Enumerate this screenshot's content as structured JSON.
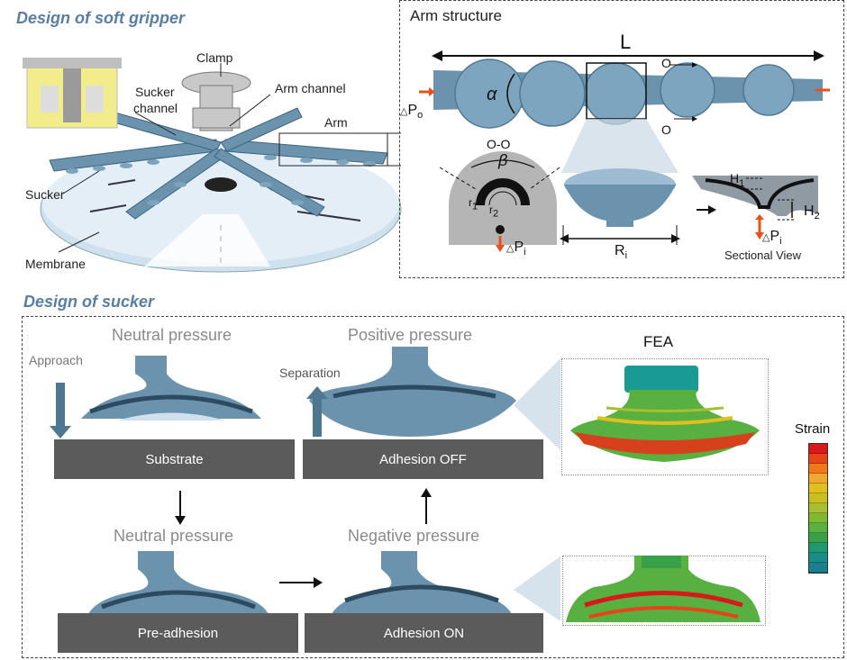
{
  "sections": {
    "gripper_title": "Design of soft gripper",
    "sucker_title": "Design of sucker"
  },
  "gripper_labels": {
    "clamp": "Clamp",
    "arm_channel": "Arm channel",
    "sucker_channel_1": "Sucker",
    "sucker_channel_2": "channel",
    "arm": "Arm",
    "sucker": "Sucker",
    "membrane": "Membrane"
  },
  "arm_panel": {
    "title": "Arm structure",
    "length": "L",
    "alpha": "α",
    "pressure_outer": "P",
    "pressure_outer_sub": "o",
    "delta": "△",
    "section_o_top": "O",
    "section_o_bottom": "O",
    "section_view_title": "O-O",
    "beta": "β",
    "r1": "r",
    "r1_sub": "1",
    "r2": "r",
    "r2_sub": "2",
    "pressure_inner": "P",
    "pressure_inner_sub": "i",
    "radius": "R",
    "radius_sub": "i",
    "h1": "H",
    "h1_sub": "1",
    "h2": "H",
    "h2_sub": "2",
    "sectional_view": "Sectional View"
  },
  "sucker_states": {
    "neutral_1": "Neutral pressure",
    "approach": "Approach",
    "substrate": "Substrate",
    "positive": "Positive pressure",
    "separation": "Separation",
    "adhesion_off": "Adhesion OFF",
    "neutral_2": "Neutral pressure",
    "pre_adhesion": "Pre-adhesion",
    "negative": "Negative pressure",
    "adhesion_on": "Adhesion ON"
  },
  "fea": {
    "title": "FEA",
    "legend_title": "Strain",
    "scale_colors": [
      "#d7191c",
      "#e8441a",
      "#f07818",
      "#f0a830",
      "#e0c020",
      "#c8c020",
      "#a8c030",
      "#80b830",
      "#58b040",
      "#38a048",
      "#209870",
      "#1a8c88",
      "#1a8090"
    ]
  },
  "colors": {
    "arm_blue": "#6b93ad",
    "accent_orange": "#e8521a",
    "slab_gray": "#5b5b5b"
  }
}
